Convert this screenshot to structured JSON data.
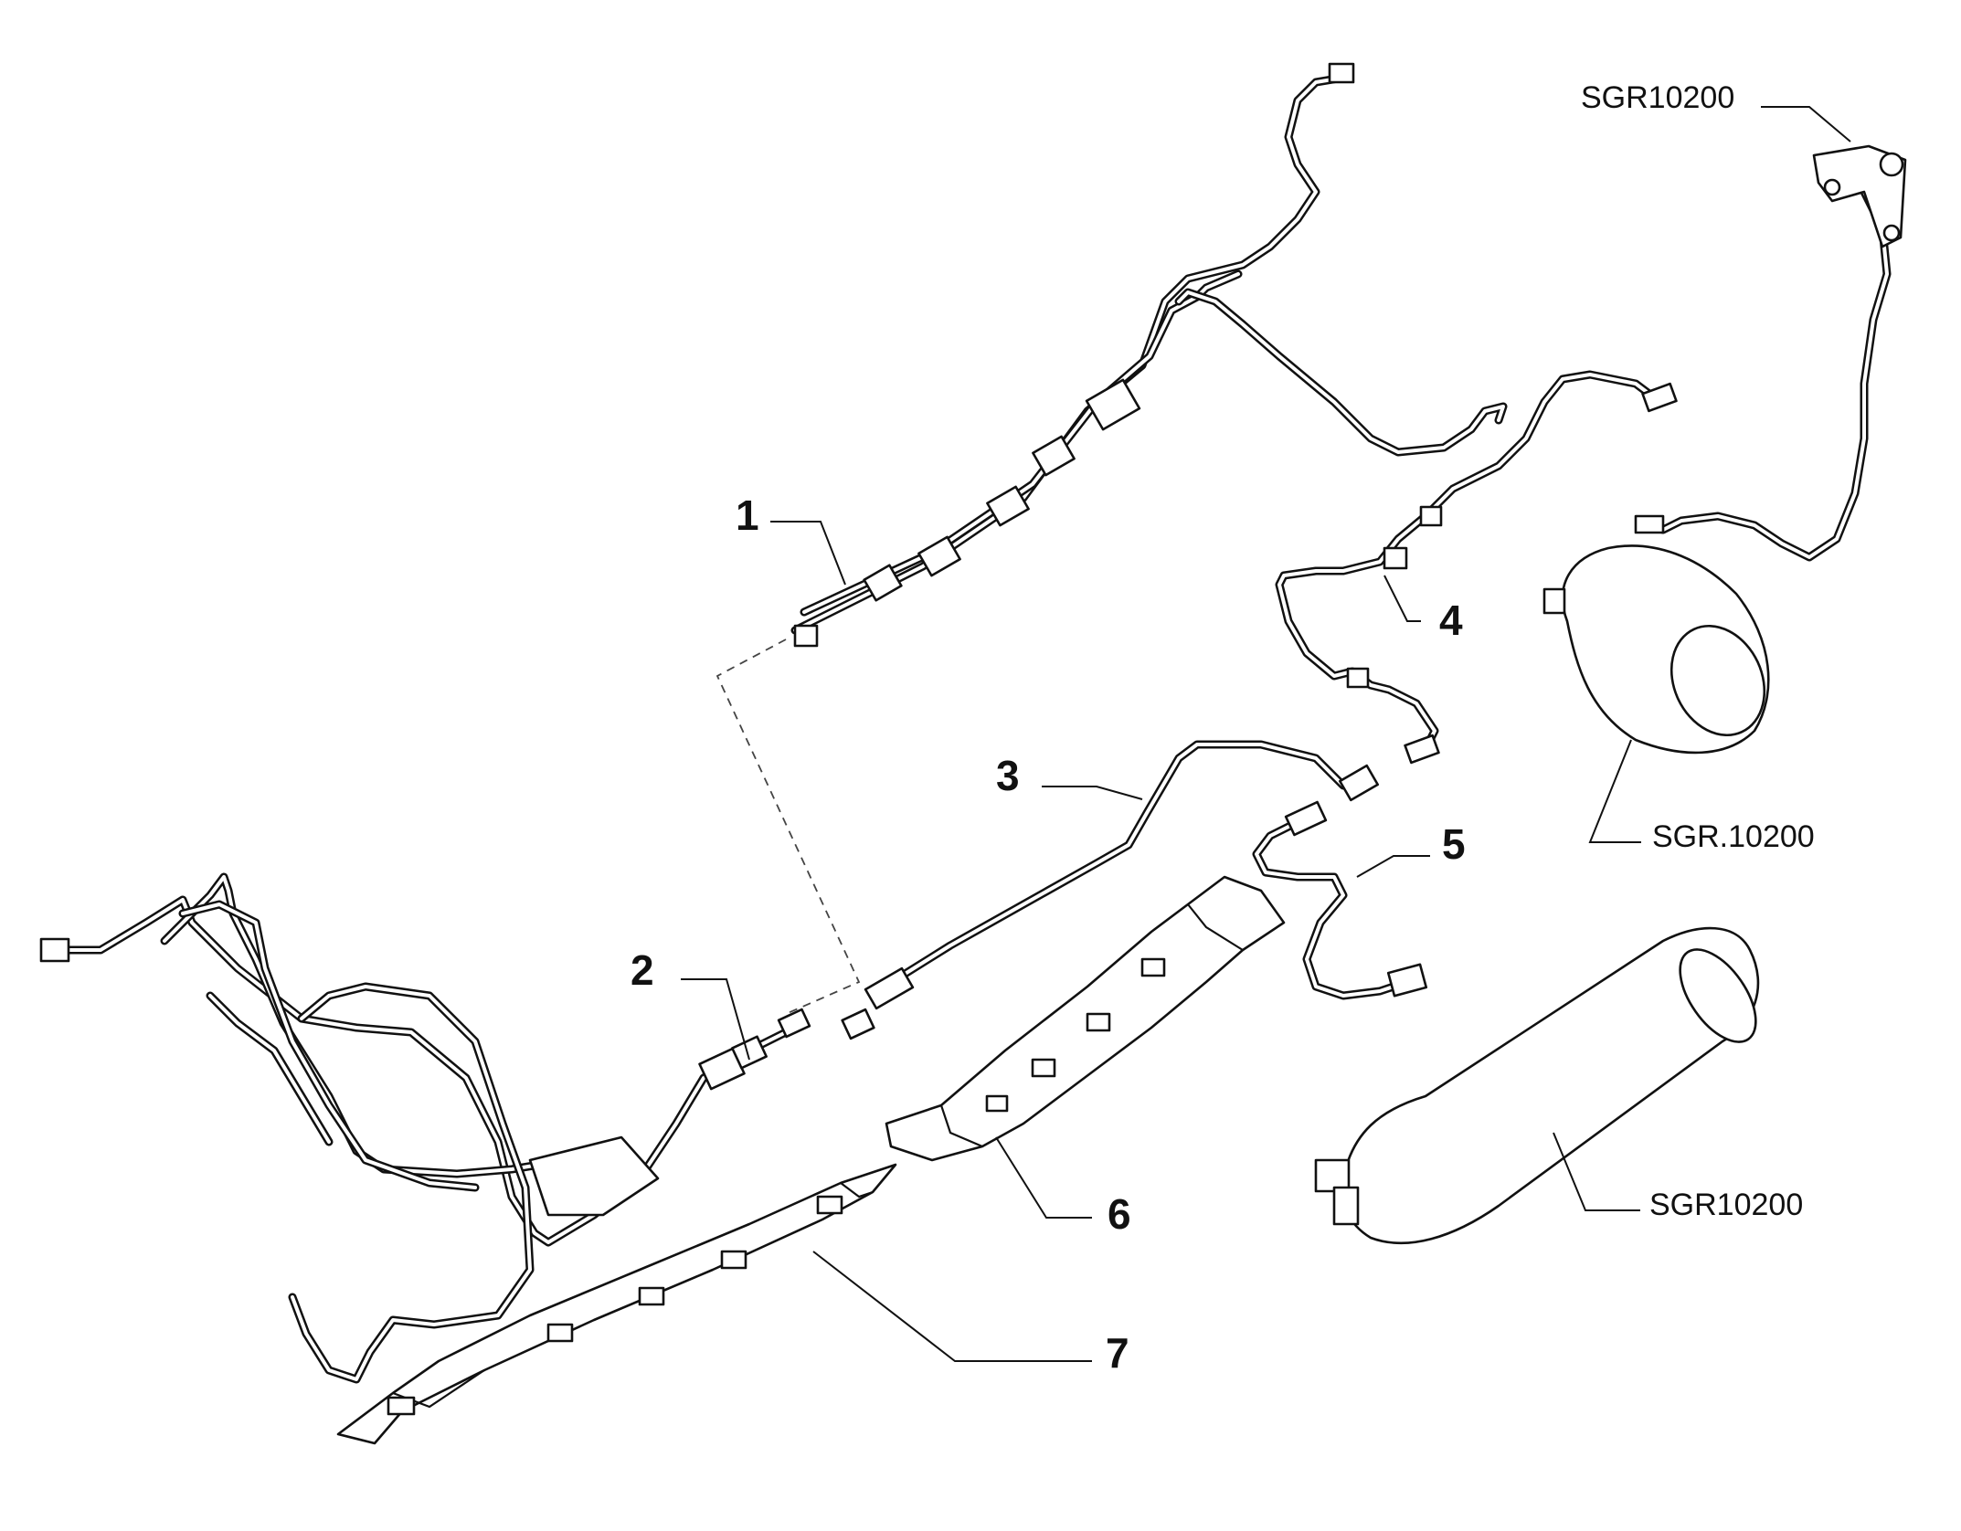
{
  "labels": {
    "p1": "1",
    "p2": "2",
    "p3": "3",
    "p4": "4",
    "p5": "5",
    "p6": "6",
    "p7": "7",
    "ref_top": "SGR10200",
    "ref_mid": "SGR.10200",
    "ref_bottom": "SGR10200"
  }
}
